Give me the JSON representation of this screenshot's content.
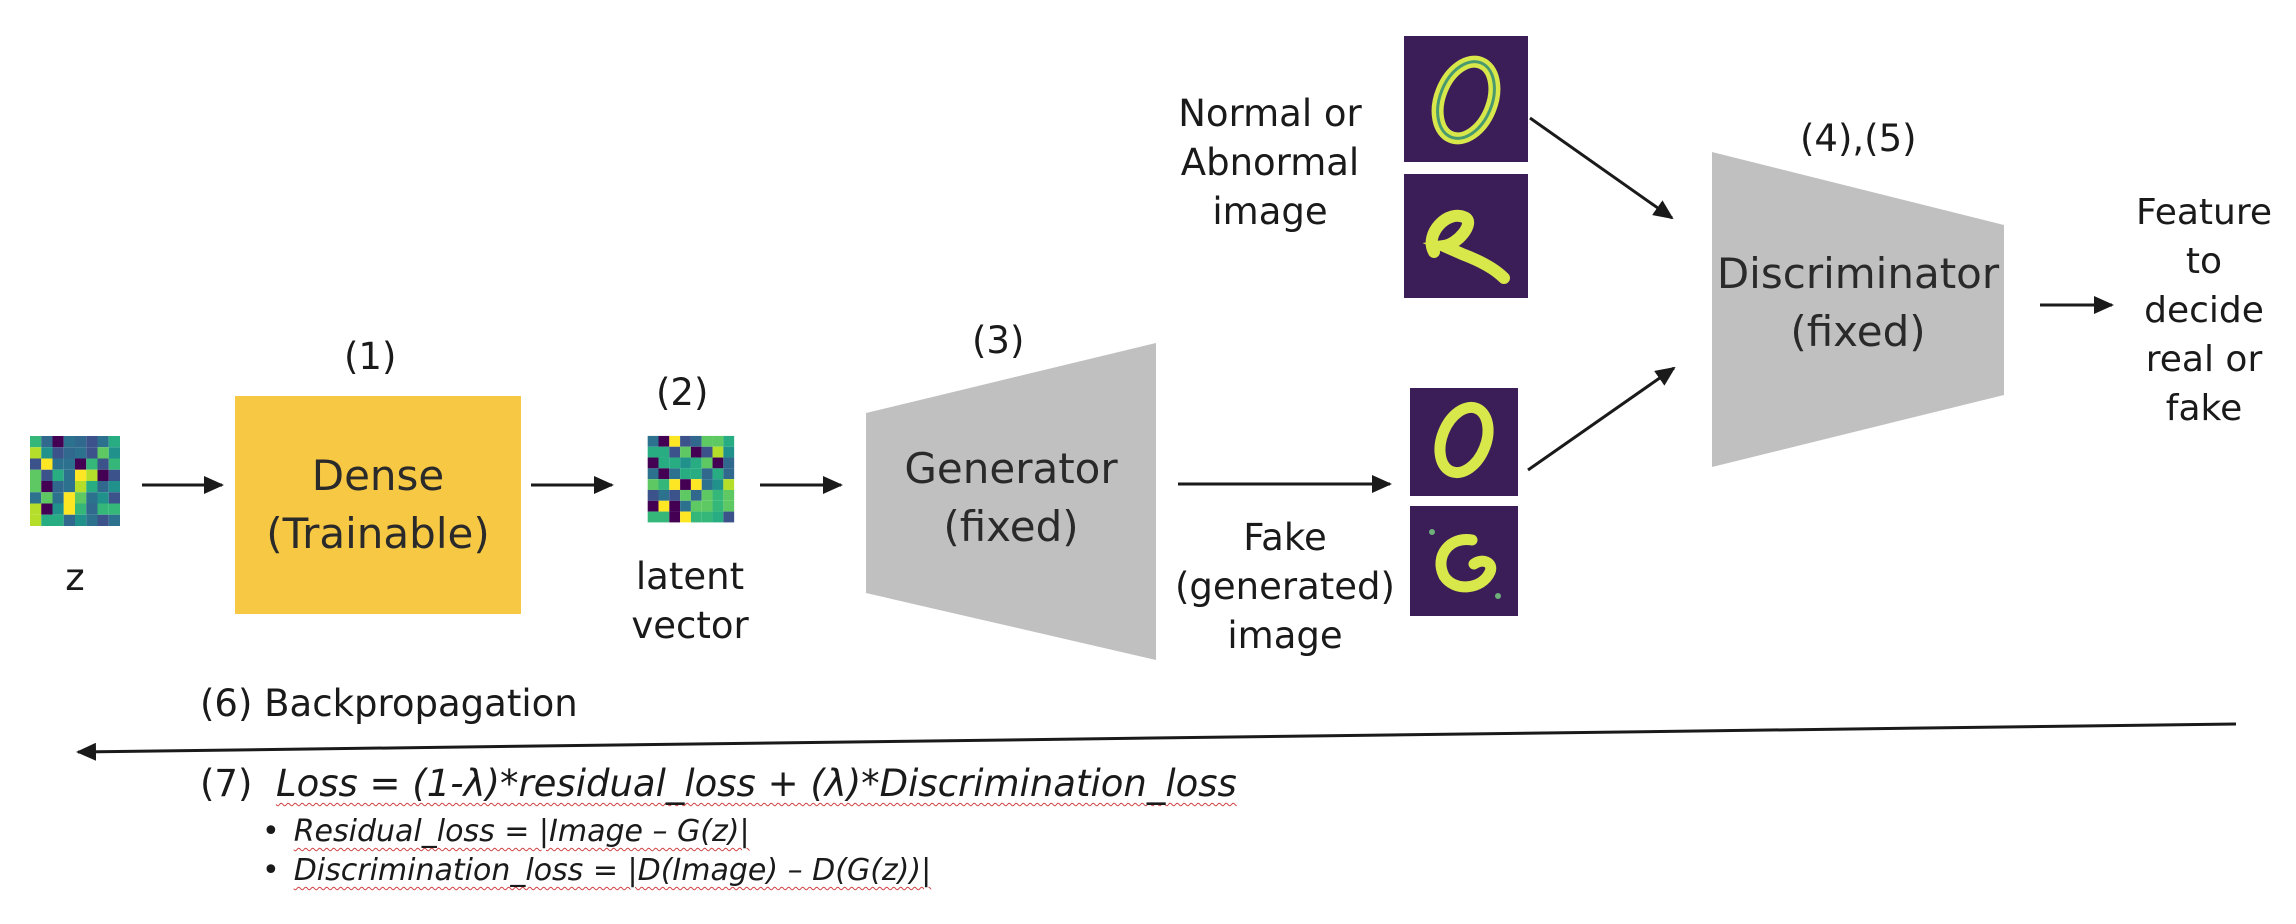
{
  "z_label": "z",
  "dense": {
    "step": "(1)",
    "line1": "Dense",
    "line2": "(Trainable)"
  },
  "latent": {
    "step": "(2)",
    "line1": "latent",
    "line2": "vector"
  },
  "generator": {
    "step": "(3)",
    "line1": "Generator",
    "line2": "(fixed)"
  },
  "input_image": {
    "line1": "Normal or",
    "line2": "Abnormal",
    "line3": "image"
  },
  "fake_image": {
    "line1": "Fake",
    "line2": "(generated)",
    "line3": "image"
  },
  "discriminator": {
    "step": "(4),(5)",
    "line1": "Discriminator",
    "line2": "(fixed)"
  },
  "feature": {
    "line1": "Feature",
    "line2": "to",
    "line3": "decide",
    "line4": "real or",
    "line5": "fake"
  },
  "backprop": {
    "label": "(6) Backpropagation"
  },
  "loss": {
    "step": "(7)",
    "formula": "Loss = (1-λ)*residual_loss + (λ)*Discrimination_loss",
    "bullet1": "Residual_loss = |Image – G(z)|",
    "bullet2": "Discrimination_loss = |D(Image) – D(G(z))|"
  },
  "colors": {
    "dense_fill": "#f6c844",
    "block_gray": "#c0c0c0",
    "image_bg": "#3b1d58",
    "digit": "#d8e84a",
    "arrow": "#1a1a1a"
  },
  "icons": {
    "z_matrix": "latent-grid-icon",
    "latent_matrix": "latent-grid-icon",
    "mnist_digits": [
      "digit-zero-image",
      "digit-nine-image",
      "digit-zero-generated-image",
      "digit-nine-generated-image"
    ]
  }
}
